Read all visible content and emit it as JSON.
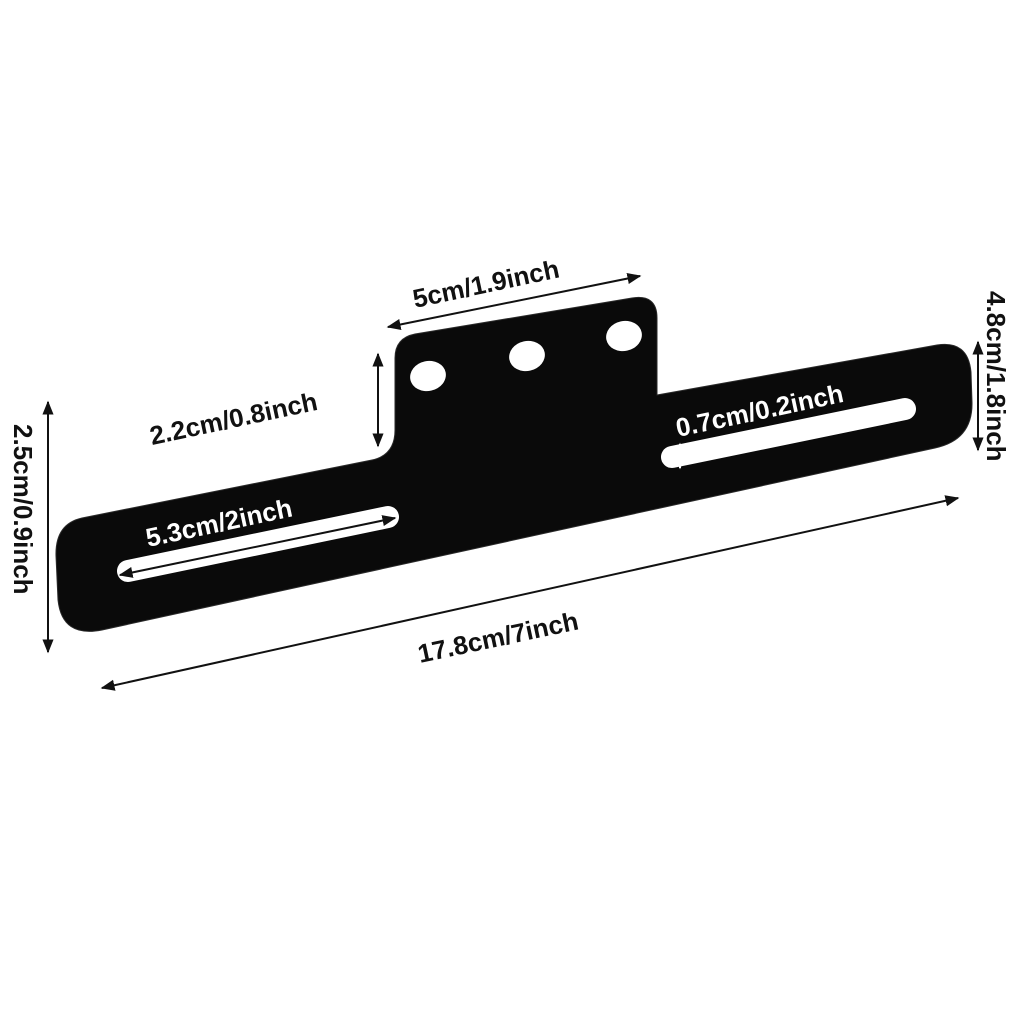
{
  "colors": {
    "bracket": "#0a0a0a",
    "background": "#ffffff",
    "dimension_dark": "#111111",
    "dimension_light": "#ffffff"
  },
  "dimensions": {
    "total_length": "17.8cm/7inch",
    "tab_width": "5cm/1.9inch",
    "tab_height": "2.2cm/0.8inch",
    "left_height": "2.5cm/0.9inch",
    "right_height": "4.8cm/1.8inch",
    "slot_length": "5.3cm/2inch",
    "slot_width": "0.7cm/0.2inch"
  }
}
